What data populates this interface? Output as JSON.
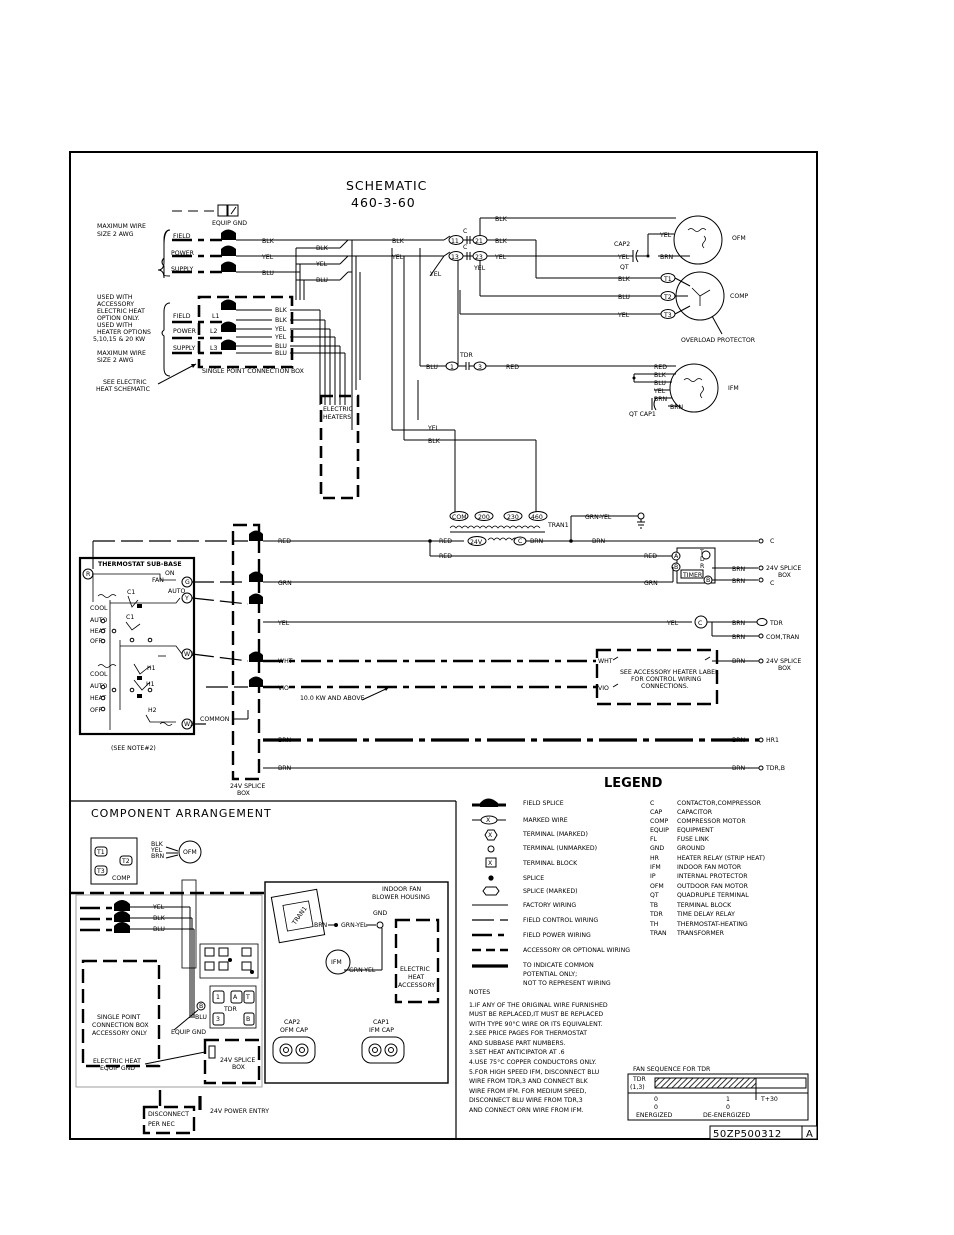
{
  "schematic": {
    "title": "SCHEMATIC",
    "voltage": "460-3-60",
    "equip_gnd": "EQUIP GND",
    "max_wire_top": [
      "MAXIMUM WIRE",
      "SIZE 2 AWG"
    ],
    "field_power_supply": [
      "FIELD",
      "POWER",
      "SUPPLY"
    ],
    "accessory_note": [
      "USED WITH",
      "ACCESSORY",
      "ELECTRIC HEAT",
      "OPTION ONLY.",
      "USED WITH",
      "HEATER OPTIONS",
      "5,10,15 & 20 KW"
    ],
    "max_wire_mid": [
      "MAXIMUM WIRE",
      "SIZE 2 AWG"
    ],
    "see_elec_heat": [
      "SEE ELECTRIC",
      "HEAT SCHEMATIC"
    ],
    "single_point_box": "SINGLE POINT CONNECTION BOX",
    "lines": [
      "L1",
      "L2",
      "L3"
    ],
    "electric_heaters": [
      "ELECTRIC",
      "HEATERS"
    ],
    "wire_colors": {
      "blk": "BLK",
      "yel": "YEL",
      "blu": "BLU",
      "red": "RED",
      "brn": "BRN",
      "grn": "GRN",
      "wht": "WHT",
      "vio": "VIO",
      "grn_yel": "GRN-YEL"
    },
    "contactor_terms": [
      "C",
      "11",
      "21",
      "C",
      "13",
      "23"
    ],
    "cap2": "CAP2",
    "qt": "QT",
    "ofm": "OFM",
    "comp": "COMP",
    "overload": "OVERLOAD PROTECTOR",
    "comp_terms": [
      "T1",
      "T2",
      "T3"
    ],
    "tdr": "TDR",
    "tdr_terms": [
      "1",
      "3"
    ],
    "ifm": "IFM",
    "qt_cap1": "QT  CAP1",
    "tran_taps": [
      "COM",
      "200",
      "230",
      "460"
    ],
    "tran1": "TRAN1",
    "tran_low": "24V",
    "thermostat_title": "THERMOSTAT SUB-BASE",
    "tstat_fan": [
      "FAN",
      "ON",
      "AUTO"
    ],
    "tstat_terms": [
      "R",
      "G",
      "Y",
      "W1",
      "W2"
    ],
    "tstat_labels": [
      "C1",
      "C1",
      "COOL",
      "AUTO",
      "HEAT",
      "OFF",
      "COOL",
      "AUTO",
      "HEAT",
      "OFF",
      "H1",
      "H1",
      "H2",
      "COMMON"
    ],
    "see_note2": "(SEE NOTE#2)",
    "splice_box": [
      "24V SPLICE",
      "BOX"
    ],
    "tdr_timer": "TIMER",
    "timer_terms": [
      "T",
      "D",
      "R"
    ],
    "right_labels": [
      "C",
      "24V SPLICE",
      "BOX",
      "C",
      "TDR",
      "COM,TRAN",
      "24V SPLICE",
      "BOX",
      "HR1",
      "TDR,B"
    ],
    "acc_heater_note": [
      "SEE ACCESSORY HEATER LABEL",
      "FOR CONTROL WIRING",
      "CONNECTIONS."
    ],
    "kw_note": "10.0 KW AND ABOVE"
  },
  "legend": {
    "title": "LEGEND",
    "symbols": [
      "FIELD SPLICE",
      "MARKED WIRE",
      "TERMINAL (MARKED)",
      "TERMINAL (UNMARKED)",
      "TERMINAL BLOCK",
      "SPLICE",
      "SPLICE (MARKED)",
      "FACTORY WIRING",
      "FIELD CONTROL WIRING",
      "FIELD POWER WIRING",
      "ACCESSORY OR OPTIONAL WIRING",
      "TO INDICATE COMMON",
      "POTENTIAL ONLY;",
      "NOT TO REPRESENT WIRING"
    ],
    "abbreviations": [
      [
        "C",
        "CONTACTOR,COMPRESSOR"
      ],
      [
        "CAP",
        "CAPACITOR"
      ],
      [
        "COMP",
        "COMPRESSOR MOTOR"
      ],
      [
        "EQUIP",
        "EQUIPMENT"
      ],
      [
        "FL",
        "FUSE LINK"
      ],
      [
        "GND",
        "GROUND"
      ],
      [
        "HR",
        "HEATER RELAY (STRIP HEAT)"
      ],
      [
        "IFM",
        "INDOOR FAN MOTOR"
      ],
      [
        "IP",
        "INTERNAL PROTECTOR"
      ],
      [
        "OFM",
        "OUTDOOR FAN MOTOR"
      ],
      [
        "QT",
        "QUADRUPLE TERMINAL"
      ],
      [
        "TB",
        "TERMINAL BLOCK"
      ],
      [
        "TDR",
        "TIME DELAY RELAY"
      ],
      [
        "TH",
        "THERMOSTAT-HEATING"
      ],
      [
        "TRAN",
        "TRANSFORMER"
      ]
    ],
    "notes_title": "NOTES",
    "notes": [
      "1.IF ANY OF THE ORIGINAL WIRE FURNISHED",
      "   MUST BE REPLACED,IT MUST BE REPLACED",
      "   WITH TYPE 90°C WIRE OR ITS EQUIVALENT.",
      "2.SEE PRICE PAGES FOR THERMOSTAT",
      "   AND SUBBASE PART NUMBERS.",
      "3.SET HEAT ANTICIPATOR AT .6",
      "4.USE 75°C COPPER CONDUCTORS ONLY.",
      "5.FOR HIGH SPEED IFM, DISCONNECT BLU",
      "   WIRE FROM TDR,3 AND CONNECT BLK",
      "   WIRE FROM IFM. FOR MEDIUM SPEED,",
      "   DISCONNECT BLU WIRE FROM TDR,3",
      "   AND CONNECT ORN WIRE FROM IFM."
    ],
    "fan_seq": {
      "title": "FAN SEQUENCE FOR TDR",
      "row_label": [
        "TDR",
        "(1,3)"
      ],
      "ticks": [
        "0",
        "1",
        "T+30"
      ],
      "sublabels": [
        "0",
        "0"
      ],
      "states": [
        "ENERGIZED",
        "DE-ENERGIZED"
      ]
    }
  },
  "component": {
    "title": "COMPONENT ARRANGEMENT",
    "comp_box": [
      "T1",
      "T2",
      "T3",
      "COMP"
    ],
    "ofm": "OFM",
    "ofm_wires": [
      "BLK",
      "YEL",
      "BRN"
    ],
    "wires": [
      "YEL",
      "BLK",
      "BLU"
    ],
    "single_point": [
      "SINGLE POINT",
      "CONNECTION BOX",
      "ACCESSORY ONLY"
    ],
    "equip_gnd": "EQUIP GND",
    "elec_heat_gnd": [
      "ELECTRIC HEAT",
      "EQUIP GND"
    ],
    "tdr": "TDR",
    "blu": "BLU",
    "splice": [
      "24V SPLICE",
      "BOX"
    ],
    "power_entry": "24V POWER ENTRY",
    "disconnect": [
      "DISCONNECT",
      "PER NEC"
    ],
    "indoor": [
      "INDOOR FAN",
      "BLOWER HOUSING"
    ],
    "tran1": "TRAN1",
    "brn_grn_yel": "BRN",
    "grn_yel": "GRN-YEL",
    "gnd": "GND",
    "ifm": "IFM",
    "grn_yel2": "GRN-YEL",
    "elec_heat_acc": [
      "ELECTRIC",
      "HEAT",
      "ACCESSORY"
    ],
    "cap2": [
      "CAP2",
      "OFM CAP"
    ],
    "cap1": [
      "CAP1",
      "IFM CAP"
    ]
  },
  "drawing_number": "50ZP500312",
  "revision": "A"
}
